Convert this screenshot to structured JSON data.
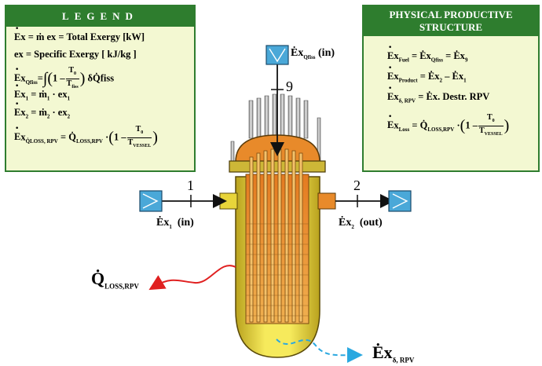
{
  "legend": {
    "title": "LEGEND",
    "line1_rest": "x = ṁ ex = Total Exergy [kW]",
    "line2": "ex = Specific Exergy [ kJ/kg ]",
    "line3_sub": "Qfiss",
    "line3_frac_num": "T",
    "line3_frac_num_sub": "0",
    "line3_frac_den": "T",
    "line3_frac_den_sub": "fiss",
    "line3_tail": "δQ̇fiss",
    "line4_rest": "x",
    "line4_sub": "1",
    "line4_eq": "= ṁ",
    "line4_sub2": "1",
    "line4_tail": "· ex",
    "line4_sub3": "1",
    "line5_sub": "2",
    "line5_sub2": "2",
    "line5_sub3": "2",
    "line6_sub": "Q̇LOSS, RPV",
    "line6_eq": "= Q̇",
    "line6_sub2": "LOSS,RPV",
    "line6_dot": "·",
    "line6_frac_num": "T",
    "line6_frac_num_sub": "0",
    "line6_frac_den": "T",
    "line6_frac_den_sub": "VESSEL"
  },
  "pps": {
    "title_line1": "PHYSICAL PRODUCTIVE",
    "title_line2": "STRUCTURE",
    "eq1_sub": "Fuel",
    "eq1_mid": "= Ėx",
    "eq1_sub2": "Qfiss",
    "eq1_tail": "= Ėx",
    "eq1_sub3": "9",
    "eq2_sub": "Product",
    "eq2_mid": "= Ėx",
    "eq2_sub2": "2",
    "eq2_tail": "– Ėx",
    "eq2_sub3": "1",
    "eq3_sub": "δ, RPV",
    "eq3_tail": "= Ėx. Destr. RPV",
    "eq4_sub": "Loss",
    "eq4_mid": "= Q̇",
    "eq4_sub2": "LOSS,RPV",
    "eq4_frac_num": "T",
    "eq4_frac_num_sub": "0",
    "eq4_frac_den": "T",
    "eq4_frac_den_sub": "VESSEL"
  },
  "diagram": {
    "ex": "Ėx",
    "one": "1",
    "two": "2",
    "nine": "9",
    "qfiss_sub": "Qfiss",
    "qfiss_in": "(in)",
    "ex1_sub": "1",
    "ex1_in": "(in)",
    "ex2_sub": "2",
    "ex2_out": "(out)",
    "qloss_main": "Q̇",
    "qloss_sub": "LOSS,RPV",
    "exd_sub": "δ, RPV"
  },
  "colors": {
    "panel_header": "#2e7d2e",
    "panel_bg": "#f3f8d2",
    "vessel_yellow": "#f2e24a",
    "core_orange": "#e88a2a",
    "loss_arrow": "#e02020",
    "destruction_arrow": "#2aa8e0",
    "port_box": "#4aa8d8"
  }
}
